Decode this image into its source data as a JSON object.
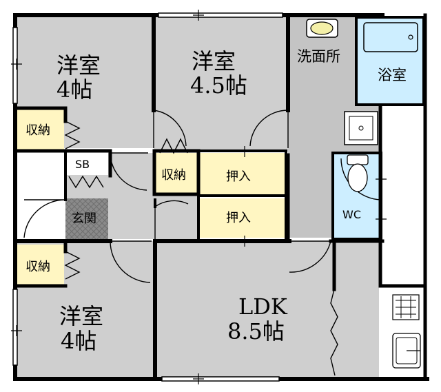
{
  "rooms": {
    "western_nw": {
      "name": "洋室",
      "size": "4帖"
    },
    "western_n": {
      "name": "洋室",
      "size": "4.5帖"
    },
    "western_sw": {
      "name": "洋室",
      "size": "4帖"
    },
    "ldk": {
      "name": "LDK",
      "size": "8.5帖"
    },
    "washroom": "洗面所",
    "bath": "浴室",
    "wc": "WC",
    "entrance": "玄関",
    "shoe_box": "SB",
    "storage_nw": "収納",
    "storage_center": "収納",
    "storage_sw": "収納",
    "closet_upper": "押入",
    "closet_lower": "押入"
  },
  "colors": {
    "wall": "#000000",
    "room_floor": "#cfcfcf",
    "wet_area": "#c4c4c4",
    "storage": "#fff6c2",
    "bath_fill": "#cdeeff",
    "entrance_tile": "#8a8a8a"
  },
  "icons": [
    "sink-icon",
    "bathtub-icon",
    "washing-machine-pan-icon",
    "toilet-icon",
    "stove-icon",
    "kitchen-sink-icon"
  ]
}
